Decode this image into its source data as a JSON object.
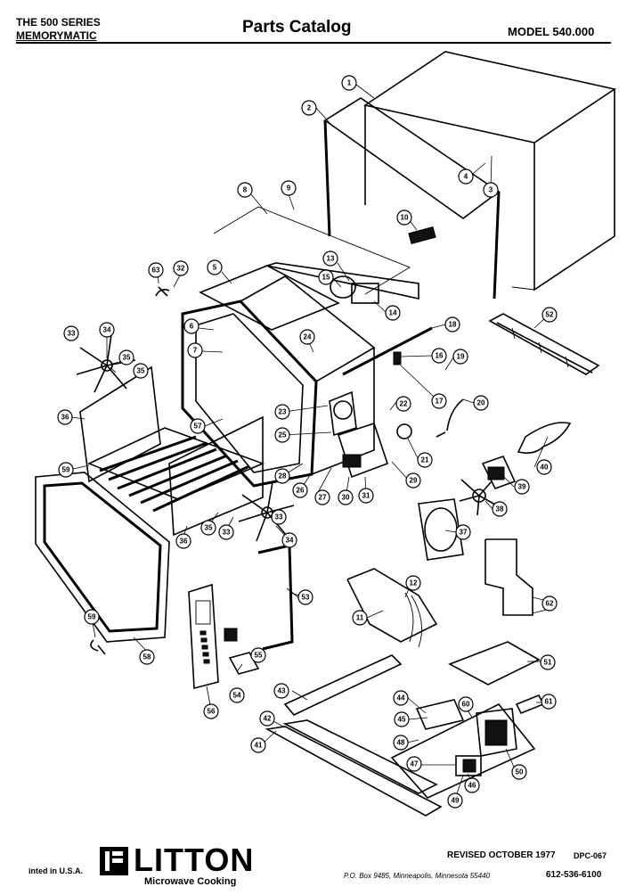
{
  "header": {
    "series_line1": "THE 500 SERIES",
    "series_line2": "MEMORYMATIC",
    "title": "Parts Catalog",
    "model": "MODEL 540.000"
  },
  "callouts": [
    "1",
    "2",
    "3",
    "4",
    "5",
    "6",
    "7",
    "8",
    "9",
    "10",
    "11",
    "12",
    "13",
    "14",
    "15",
    "16",
    "17",
    "18",
    "19",
    "20",
    "21",
    "22",
    "23",
    "24",
    "25",
    "26",
    "27",
    "28",
    "29",
    "30",
    "31",
    "32",
    "33",
    "34",
    "35",
    "36",
    "37",
    "38",
    "39",
    "40",
    "41",
    "42",
    "43",
    "44",
    "45",
    "46",
    "47",
    "48",
    "49",
    "50",
    "51",
    "52",
    "53",
    "54",
    "55",
    "56",
    "57",
    "58",
    "59",
    "60",
    "61",
    "62",
    "63"
  ],
  "footer": {
    "printed": "inted in U.S.A.",
    "brand": "LITTON",
    "brand_sub": "Microwave Cooking",
    "revised": "REVISED OCTOBER 1977",
    "doc_no": "DPC-067",
    "address": "P.O. Box 9485, Minneapolis, Minnesota 55440",
    "phone": "612-536-6100"
  }
}
